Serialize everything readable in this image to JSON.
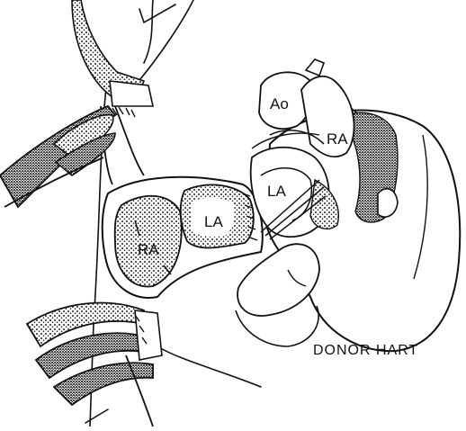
{
  "labels": {
    "ao": "Ao",
    "ra_donor": "RA",
    "la_donor": "LA",
    "la_recipient": "LA",
    "ra_recipient": "RA"
  },
  "caption": "DONOR HART",
  "colors": {
    "ink": "#111111",
    "stipple": "#2a2a2a",
    "paper": "#ffffff"
  }
}
